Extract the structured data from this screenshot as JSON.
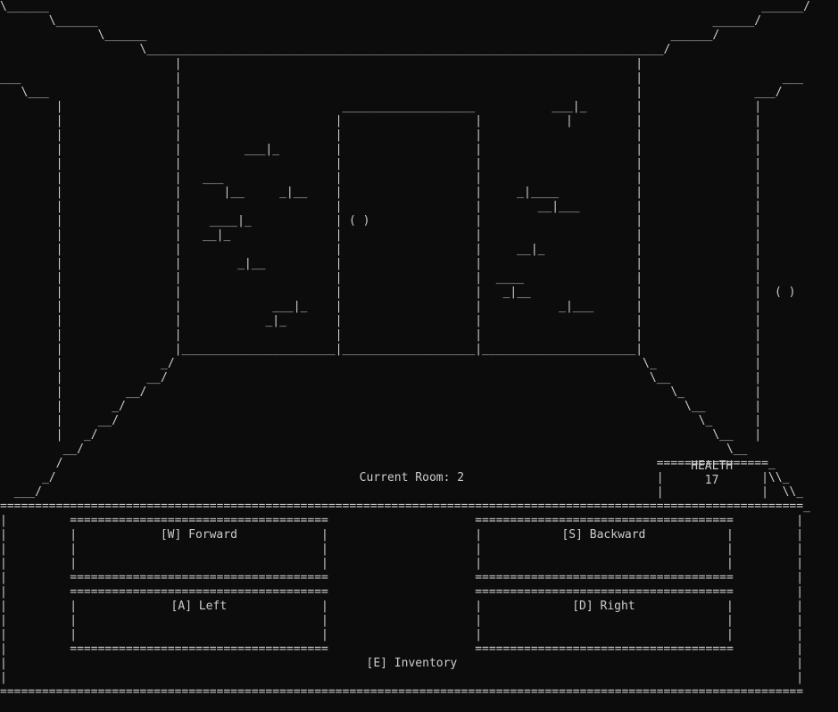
{
  "hud": {
    "current_room": "Current Room: 2",
    "health_label": "HEALTH",
    "health_value": "17"
  },
  "controls": {
    "forward": "[W] Forward",
    "backward": "[S] Backward",
    "left": "[A] Left",
    "right": "[D] Right",
    "inventory": "[E] Inventory"
  },
  "scene": {
    "door_knob": "( )",
    "right_wall_knob": "( )"
  },
  "colors": {
    "background": "#0c0c0c",
    "text": "#cccccc"
  }
}
